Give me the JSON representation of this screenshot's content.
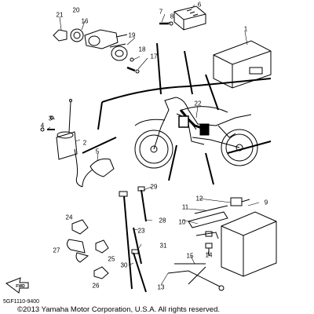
{
  "diagram": {
    "callouts": [
      "1",
      "2",
      "3",
      "4",
      "5",
      "6",
      "7",
      "8",
      "9",
      "10",
      "11",
      "12",
      "13",
      "14",
      "15",
      "16",
      "17",
      "18",
      "19",
      "20",
      "21",
      "22",
      "23",
      "24",
      "25",
      "26",
      "27",
      "28",
      "29",
      "30",
      "31"
    ],
    "direction_marker": "FWD",
    "part_code": "5GF1110-9400",
    "copyright": "©2013 Yamaha Motor Corporation, U.S.A. All rights reserved."
  }
}
